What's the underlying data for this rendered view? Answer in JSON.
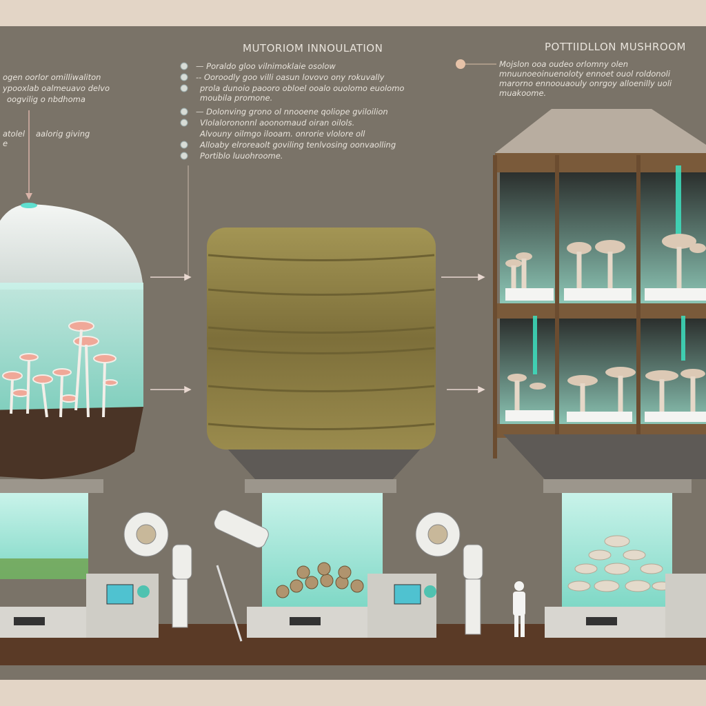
{
  "left_panel": {
    "lines": [
      "ogen oorlor omilliwaliton",
      "ypooxlab oalmeuavo delvo",
      "oogvilig o nbdhoma"
    ],
    "label_a": "atolel",
    "label_a2": "e",
    "label_b": "aalorig giving"
  },
  "center_panel": {
    "title": "MUTORIOM INNOULATION",
    "bullets": [
      "— Poraldo gloo vilnimoklaie osolow",
      "-- Ooroodly goo villi oasun lovovo ony rokuvally",
      "prola dunoio paooro obloel ooalo ouolomo euolomo",
      "moubila promone.",
      "— Dolonving grono ol nnooene qoliope gviloilion",
      "Vlolalorononnl aoonomaud oiran oilols.",
      "Alvouny oilmgo ilooam.        onrorie vlolore oll",
      "Alloaby elroreaolt goviling tenlvosing oonvaolling",
      "Portiblo luuohroome."
    ]
  },
  "right_panel": {
    "title": "POTTIIDLLON MUSHROOM",
    "lines": [
      "Mojslon ooa oudeo orlomny olen",
      "mnuunoeoinuenoloty ennoet ouol roldonoli",
      "marorno ennoouaouly onrgoy alloenilly uoli",
      "muakoome."
    ]
  },
  "colors": {
    "panel": "#7a7368",
    "frame": "#e3d5c6",
    "water": "#8fe0cf",
    "soil": "#4a3426",
    "moss": "#8c7f45",
    "wood": "#7a5a3a",
    "text": "#e9e4dc",
    "beam": "#3de0c0"
  }
}
